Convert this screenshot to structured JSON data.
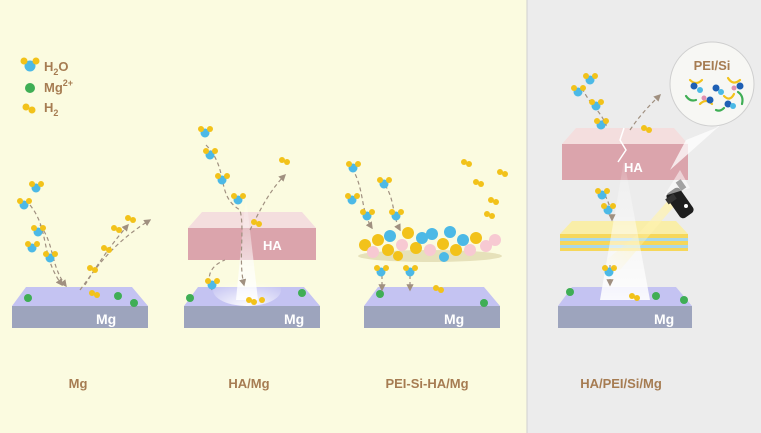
{
  "legend": {
    "water": {
      "base": "H",
      "sub": "2",
      "tail": "O"
    },
    "magnesium_ion": {
      "base": "Mg",
      "sup": "2+"
    },
    "hydrogen": {
      "base": "H",
      "sub": "2"
    }
  },
  "panels": [
    {
      "caption": "Mg",
      "substrate_label": "Mg"
    },
    {
      "caption": "HA/Mg",
      "substrate_label": "Mg",
      "coating_label": "HA"
    },
    {
      "caption": "PEI-Si-HA/Mg",
      "substrate_label": "Mg"
    },
    {
      "caption": "HA/PEI/Si/Mg",
      "substrate_label": "Mg",
      "coating_label": "HA",
      "zoom_label": "PEI/Si"
    }
  ],
  "colors": {
    "left_background": "#fbfbe0",
    "right_background": "#ececec",
    "caption_text": "#a67c52",
    "substrate_top": "#c4c3f2",
    "substrate_front": "#9da4bd",
    "ha_top": "#f4dede",
    "ha_front": "#dba4ac",
    "water_oxygen": "#4cb9e6",
    "water_hydrogen": "#f2c21a",
    "mg_ion": "#3fae55",
    "h2": "#f2c21a"
  }
}
